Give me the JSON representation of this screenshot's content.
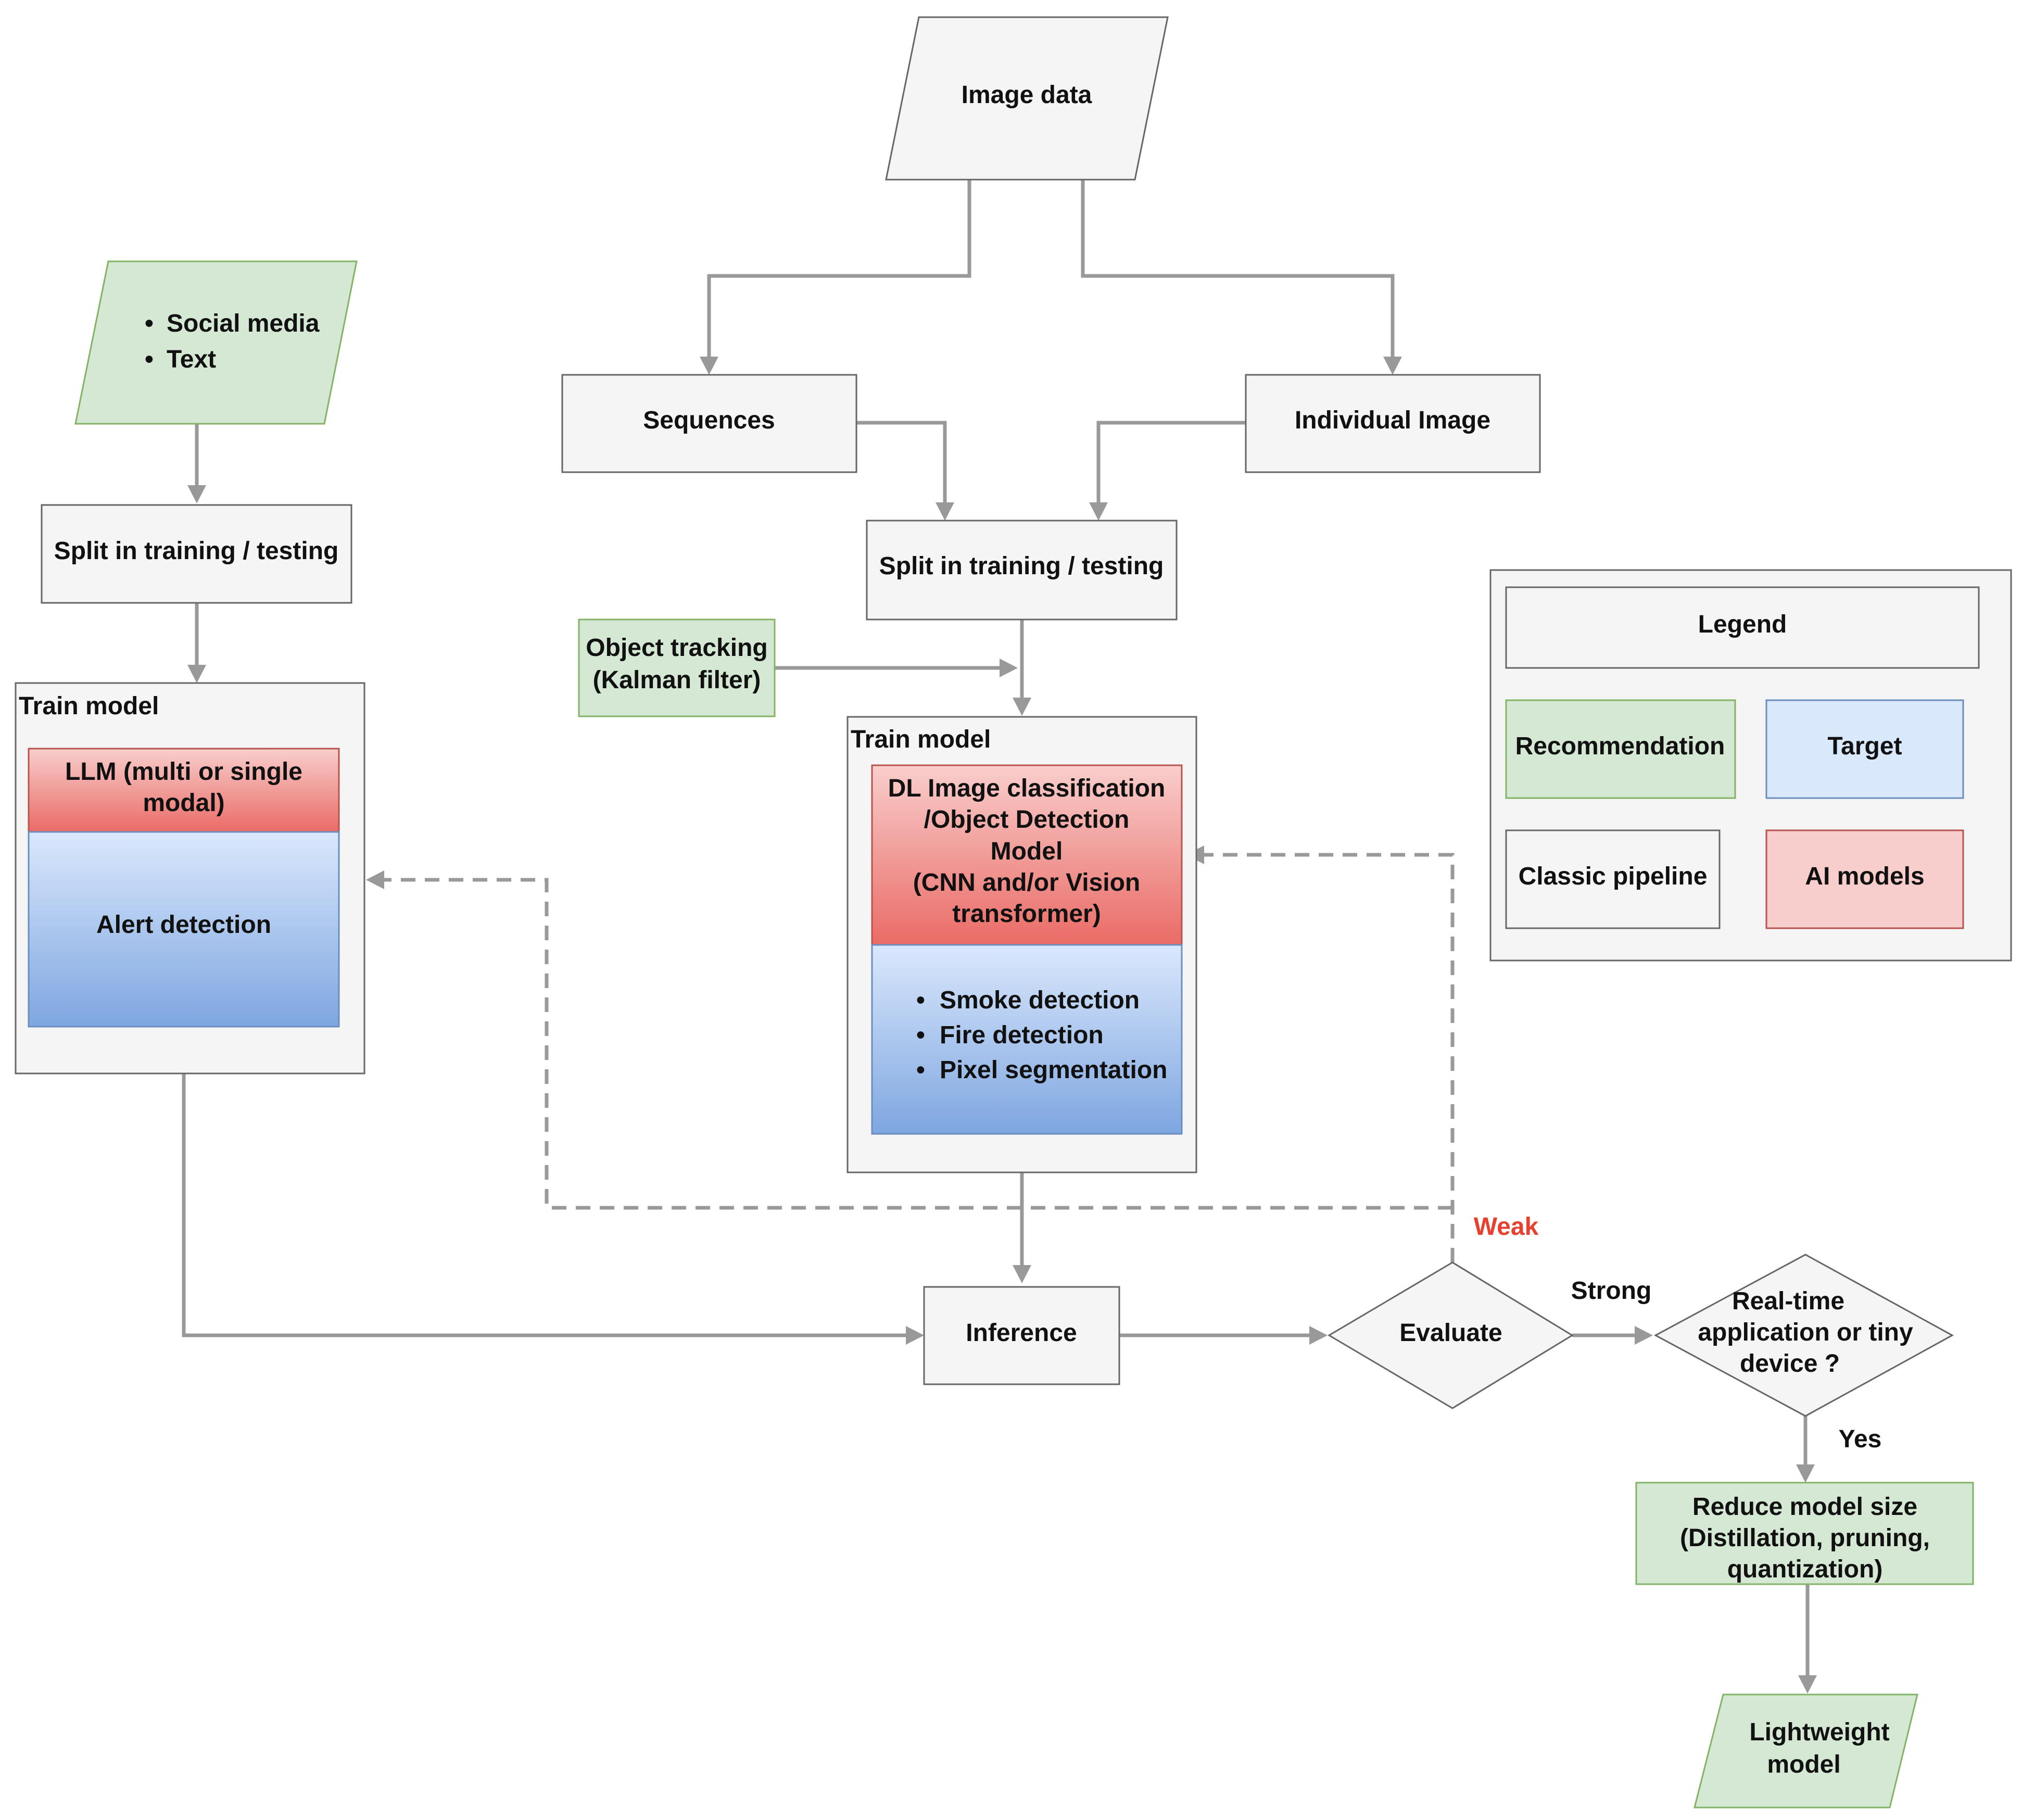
{
  "nodes": {
    "image_data": "Image data",
    "sequences": "Sequences",
    "individual_image": "Individual Image",
    "split_center": "Split in training / testing",
    "split_left": "Split in training / testing",
    "object_tracking": [
      "Object tracking",
      "(Kalman filter)"
    ],
    "social_items": [
      "Social media",
      "Text"
    ],
    "train_model_left": "Train model",
    "llm": [
      "LLM (multi or single",
      "modal)"
    ],
    "alert_detection": "Alert detection",
    "train_model_center": "Train model",
    "dl_model": [
      "DL Image classification",
      "/Object Detection",
      "Model",
      "(CNN and/or Vision",
      "transformer)"
    ],
    "detection_items": [
      "Smoke detection",
      "Fire detection",
      "Pixel segmentation"
    ],
    "inference": "Inference",
    "evaluate": "Evaluate",
    "realtime": [
      "Real-time",
      "application or tiny",
      "device ?"
    ],
    "reduce": [
      "Reduce model size",
      "(Distillation, pruning,",
      "quantization)"
    ],
    "lightweight": [
      "Lightweight",
      "model"
    ]
  },
  "edges": {
    "weak": "Weak",
    "strong": "Strong",
    "yes": "Yes"
  },
  "legend": {
    "title": "Legend",
    "recommendation": "Recommendation",
    "target": "Target",
    "classic": "Classic pipeline",
    "ai": "AI models"
  },
  "colors": {
    "recommendation": "#d5e8d4",
    "target": "#dae8fc",
    "classic": "#f5f5f5",
    "ai_models": "#f8cecc",
    "connector": "#999999",
    "weak_label": "#e8402f"
  },
  "bullet": "•"
}
